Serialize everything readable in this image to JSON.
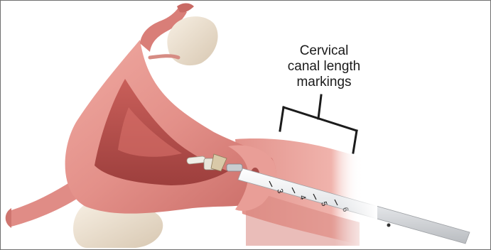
{
  "callout": {
    "label": "Cervical\ncanal length\nmarkings"
  },
  "sound": {
    "markings": [
      "3",
      "4",
      "5",
      "6"
    ]
  },
  "colors": {
    "tissue": "#e79a93",
    "tissue_dark": "#c56a66",
    "cavity": "#b9524f",
    "ovary": "#efe3d2",
    "sound": "#e6e7e8",
    "bracket": "#1b1b1b"
  }
}
